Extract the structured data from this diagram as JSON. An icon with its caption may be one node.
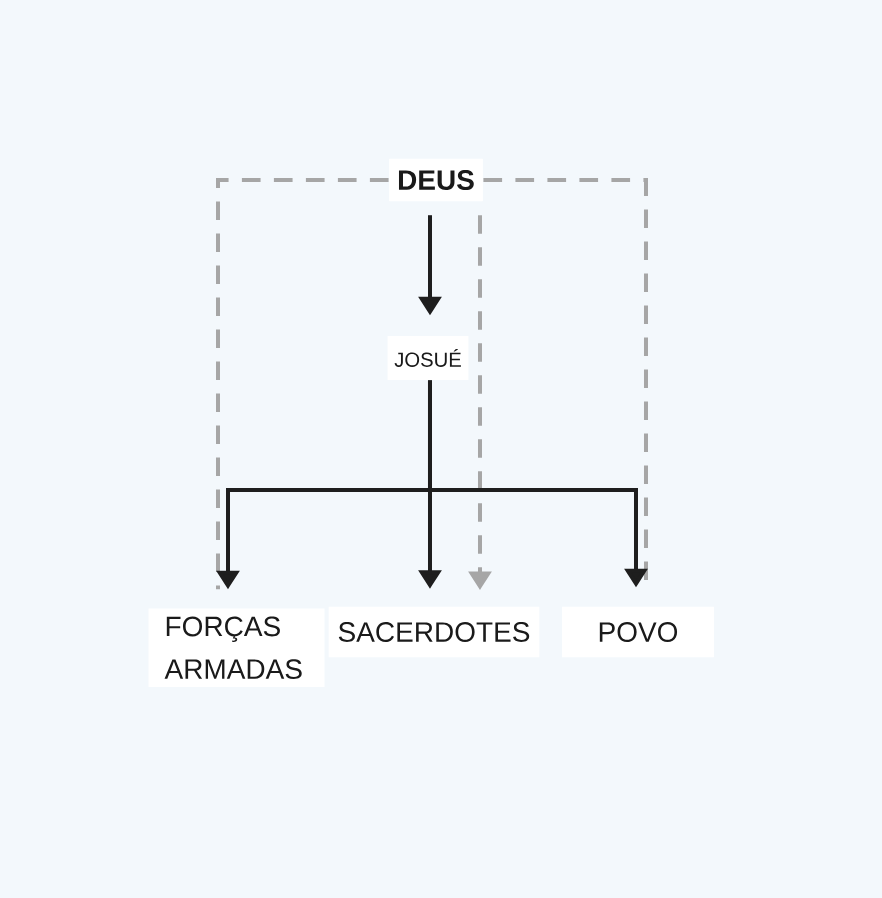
{
  "diagram": {
    "nodes": [
      {
        "text": [
          "DEUS"
        ]
      },
      {
        "text": [
          "JOSUÉ"
        ]
      },
      {
        "text": [
          "FORÇAS ARMADAS"
        ]
      },
      {
        "text": [
          "SACERDOTES"
        ]
      },
      {
        "text": [
          "POVO"
        ]
      }
    ],
    "edges": [
      {
        "from": 0,
        "to": 1,
        "arrow": "to"
      },
      {
        "from": 1,
        "to": 2,
        "arrow": "to"
      },
      {
        "from": 1,
        "to": 3,
        "arrow": "to"
      },
      {
        "from": 1,
        "to": 4,
        "arrow": "to"
      },
      {
        "from": 0,
        "to": 2,
        "arrow": "none",
        "style": "dashed",
        "color": "#a6a6a6"
      },
      {
        "from": 0,
        "to": 3,
        "arrow": "to",
        "style": "dashed",
        "color": "#a6a6a6"
      },
      {
        "from": 0,
        "to": 4,
        "arrow": "none",
        "style": "dashed",
        "color": "#a6a6a6"
      }
    ]
  }
}
